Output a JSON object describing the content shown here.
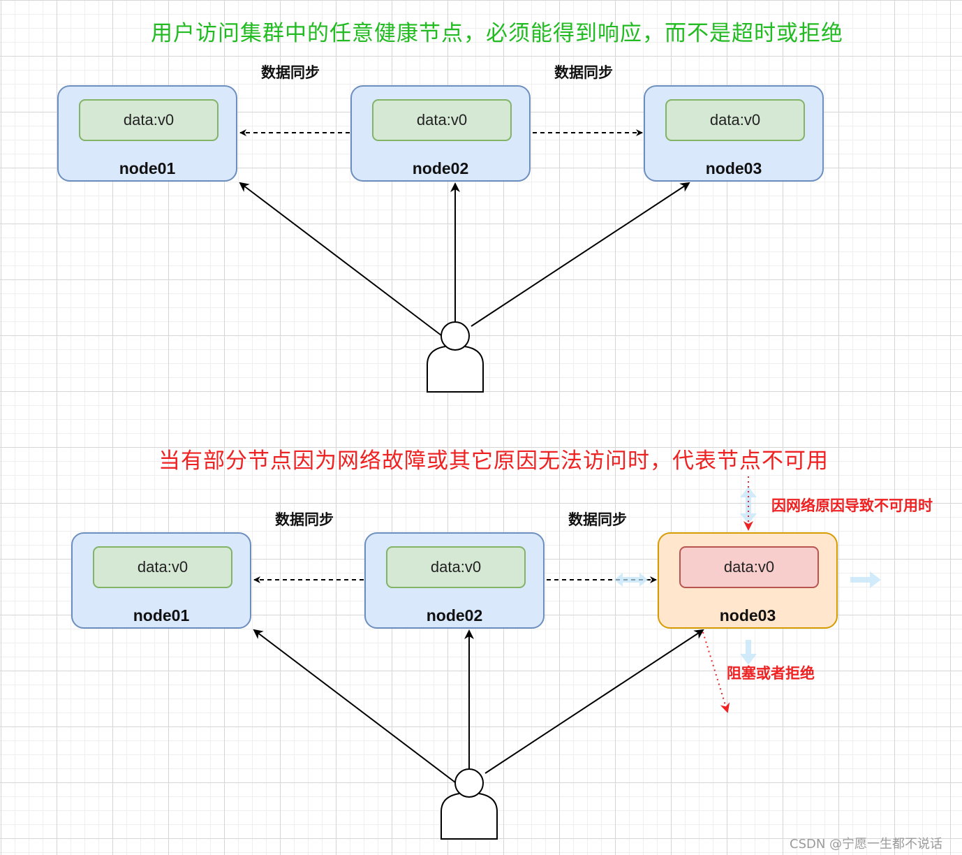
{
  "colors": {
    "healthy_heading": "#22bb22",
    "failure_heading": "#ee2222",
    "node_fill": "#dae8fc",
    "node_border": "#6c8ebf",
    "data_fill": "#d5e8d4",
    "data_border": "#82b366",
    "failed_node_fill": "#ffe6cc",
    "failed_node_border": "#d79b00",
    "failed_data_fill": "#f8cecc",
    "failed_data_border": "#b85450",
    "note_red": "#ee2222"
  },
  "top": {
    "title": "用户访问集群中的任意健康节点，必须能得到响应，而不是超时或拒绝",
    "sync_left": "数据同步",
    "sync_right": "数据同步",
    "nodes": [
      {
        "data": "data:v0",
        "name": "node01"
      },
      {
        "data": "data:v0",
        "name": "node02"
      },
      {
        "data": "data:v0",
        "name": "node03"
      }
    ]
  },
  "bottom": {
    "title": "当有部分节点因为网络故障或其它原因无法访问时，代表节点不可用",
    "sync_left": "数据同步",
    "sync_right": "数据同步",
    "nodes": [
      {
        "data": "data:v0",
        "name": "node01"
      },
      {
        "data": "data:v0",
        "name": "node02"
      },
      {
        "data": "data:v0",
        "name": "node03"
      }
    ],
    "unavailable_note": "因网络原因导致不可用时",
    "blocked_note": "阻塞或者拒绝"
  },
  "icons": [
    "user-icon",
    "arrow-icon"
  ],
  "watermark": "CSDN @宁愿一生都不说话"
}
